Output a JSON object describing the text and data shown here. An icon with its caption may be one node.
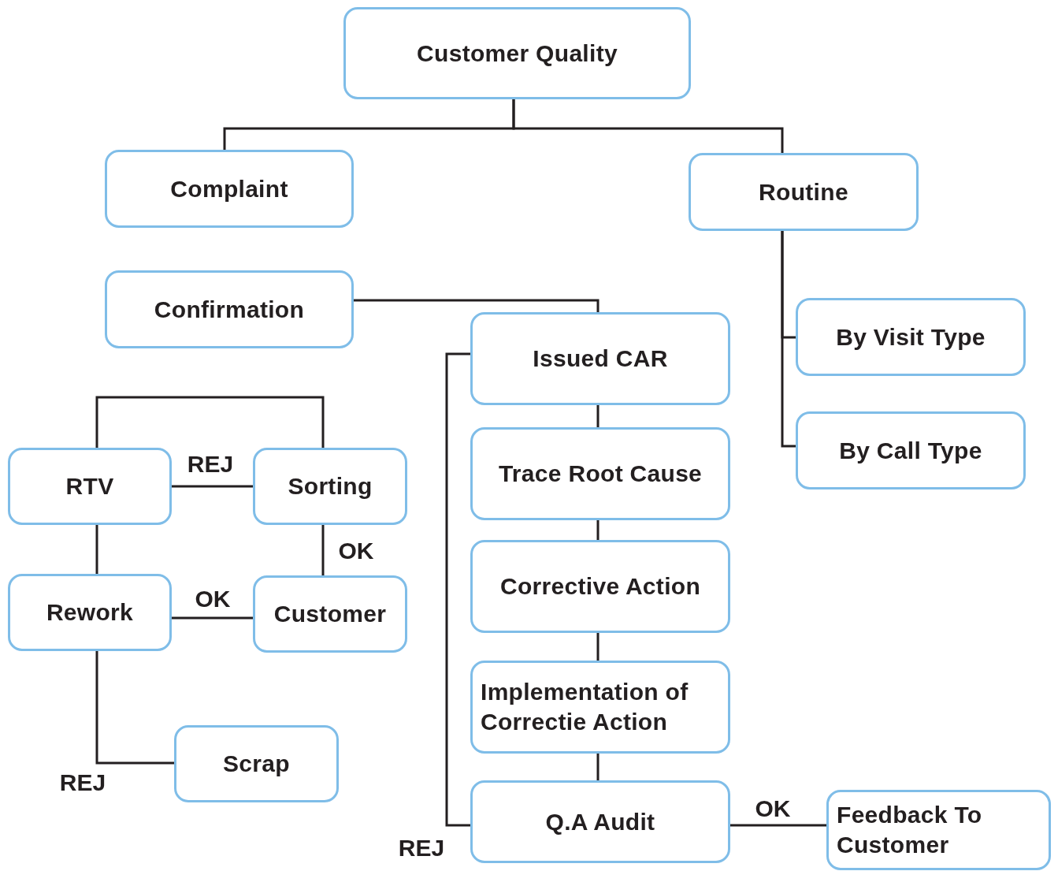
{
  "diagram": {
    "nodes": [
      {
        "text": [
          "Customer Quality"
        ]
      },
      {
        "text": [
          "Complaint"
        ]
      },
      {
        "text": [
          "Routine"
        ]
      },
      {
        "text": [
          "Confirmation"
        ]
      },
      {
        "text": [
          "Issued CAR"
        ]
      },
      {
        "text": [
          "By Visit Type"
        ]
      },
      {
        "text": [
          "By Call Type"
        ]
      },
      {
        "text": [
          "RTV"
        ]
      },
      {
        "text": [
          "Sorting"
        ]
      },
      {
        "text": [
          "Trace Root Cause"
        ]
      },
      {
        "text": [
          "Rework"
        ]
      },
      {
        "text": [
          "Customer"
        ]
      },
      {
        "text": [
          "Corrective Action"
        ]
      },
      {
        "text": [
          "Implementation of Correctie Action"
        ]
      },
      {
        "text": [
          "Scrap"
        ]
      },
      {
        "text": [
          "Q.A Audit"
        ]
      },
      {
        "text": [
          "Feedback To Customer"
        ]
      }
    ],
    "edges": [
      {
        "from": 0,
        "to": 1,
        "arrow": "none"
      },
      {
        "from": 0,
        "to": 2,
        "arrow": "none"
      },
      {
        "from": 2,
        "to": 5,
        "arrow": "none"
      },
      {
        "from": 2,
        "to": 6,
        "arrow": "none"
      },
      {
        "from": 3,
        "to": 4,
        "arrow": "none"
      },
      {
        "from": 4,
        "to": 9,
        "arrow": "none"
      },
      {
        "from": 9,
        "to": 12,
        "arrow": "none"
      },
      {
        "from": 12,
        "to": 13,
        "arrow": "none"
      },
      {
        "from": 13,
        "to": 15,
        "arrow": "none"
      },
      {
        "from": 15,
        "to": 4,
        "arrow": "none",
        "label": "REJ"
      },
      {
        "from": 15,
        "to": 16,
        "arrow": "none",
        "label": "OK"
      },
      {
        "from": 7,
        "to": 8,
        "arrow": "none",
        "label": "REJ"
      },
      {
        "from": 7,
        "to": 8,
        "arrow": "none"
      },
      {
        "from": 8,
        "to": 11,
        "arrow": "none",
        "label": "OK"
      },
      {
        "from": 7,
        "to": 10,
        "arrow": "none"
      },
      {
        "from": 10,
        "to": 11,
        "arrow": "none",
        "label": "OK"
      },
      {
        "from": 10,
        "to": 14,
        "arrow": "none",
        "label": "REJ"
      }
    ]
  }
}
